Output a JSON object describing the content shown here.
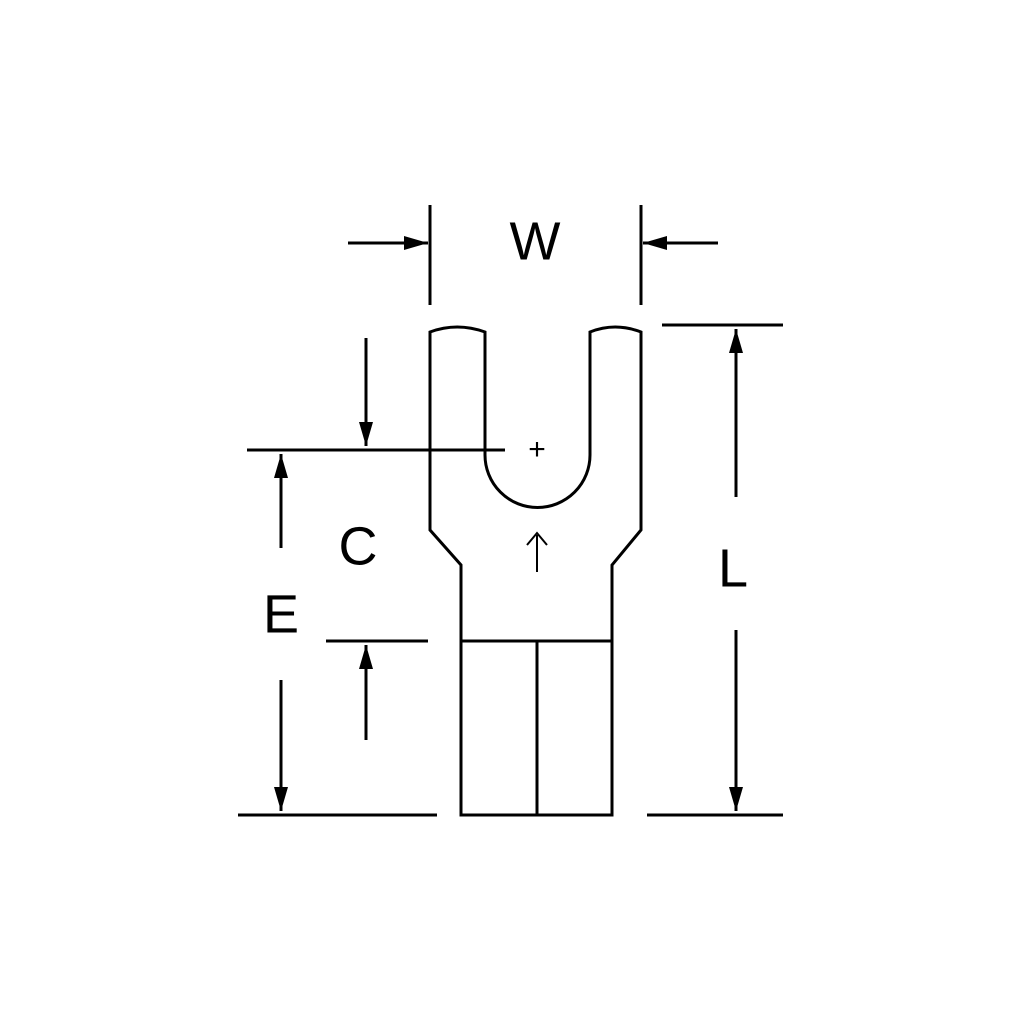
{
  "diagram": {
    "labels": {
      "width": "W",
      "length": "L",
      "c_dim": "C",
      "e_dim": "E",
      "center_mark": "+"
    },
    "colors": {
      "line": "#000000",
      "background": "#ffffff"
    }
  }
}
